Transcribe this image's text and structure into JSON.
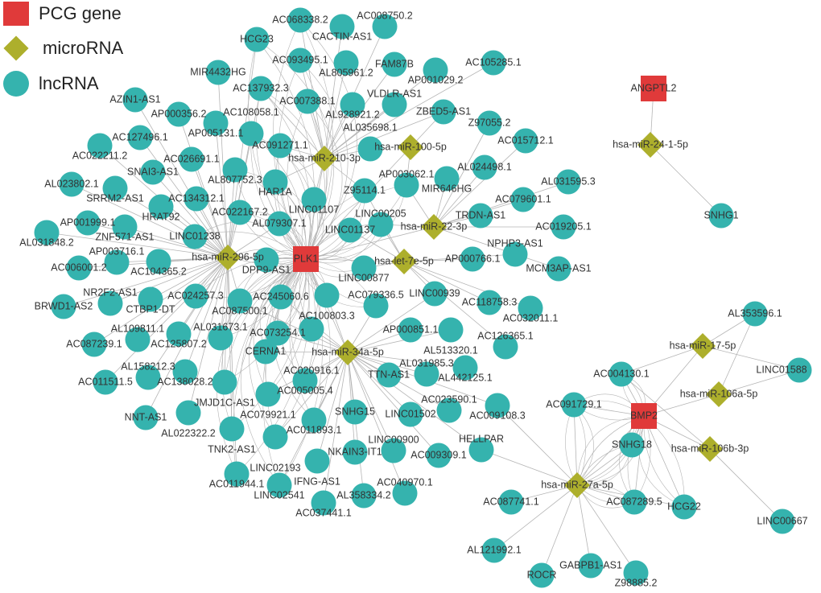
{
  "legend": {
    "pcg": "PCG gene",
    "mirna": "microRNA",
    "lncrna": "lncRNA"
  },
  "colors": {
    "pcg": "#e03a3a",
    "mirna": "#adaf2c",
    "lncrna": "#35b3ae",
    "edge": "#b5b5b5"
  },
  "pcg_genes": [
    "PLK1",
    "BMP2",
    "ANGPTL2"
  ],
  "mirnas": [
    "hsa-miR-296-5p",
    "hsa-miR-210-3p",
    "hsa-miR-100-5p",
    "hsa-miR-22-3p",
    "hsa-let-7e-5p",
    "hsa-miR-34a-5p",
    "hsa-miR-27a-5p",
    "hsa-miR-17-5p",
    "hsa-miR-106a-5p",
    "hsa-miR-106b-3p",
    "hsa-miR-24-1-5p"
  ],
  "lncrnas": [
    "AC068338.2",
    "CACTIN-AS1",
    "AC008750.2",
    "HCG23",
    "AC093495.1",
    "AL805961.2",
    "FAM87B",
    "AP001029.2",
    "AC105285.1",
    "MIR4432HG",
    "AC137932.3",
    "AC007388.1",
    "AL928921.2",
    "VLDLR-AS1",
    "ZBED5-AS1",
    "Z97055.2",
    "AZIN1-AS1",
    "AP000356.2",
    "AP005131.1",
    "AC108058.1",
    "AC127496.1",
    "AC022211.2",
    "AC091271.1",
    "AL035698.1",
    "AC015712.1",
    "AC026691.1",
    "AL807752.3",
    "SNAI3-AS1",
    "HAR1A",
    "AL023802.1",
    "SRRM2-AS1",
    "Z95114.1",
    "AP003062.1",
    "MIR646HG",
    "AL024498.1",
    "AL031595.3",
    "AC134312.1",
    "HRAT92",
    "LINC01107",
    "AC022167.2",
    "AC079601.1",
    "AL079307.1",
    "AP001999.1",
    "ZNF571-AS1",
    "AL031848.2",
    "LINC01238",
    "LINC01137",
    "LINC00205",
    "TRDN-AS1",
    "AC019205.1",
    "AC006001.2",
    "AP003716.1",
    "AC104365.2",
    "DPP9-AS1",
    "LINC00877",
    "AP000766.1",
    "NPHP3-AS1",
    "MCM3AP-AS1",
    "BRWD1-AS2",
    "NR2F2-AS1",
    "CTBP1-DT",
    "AC024257.3",
    "AC087500.1",
    "AC245060.6",
    "AC100803.3",
    "AC079336.5",
    "LINC00939",
    "AC118758.3",
    "AC032011.1",
    "AC087239.1",
    "AL109811.1",
    "AC125807.2",
    "AL031673.1",
    "AC073254.1",
    "AC020916.1",
    "CERNA1",
    "AP000851.1",
    "AL513320.1",
    "AC126365.1",
    "AC011511.5",
    "AL158212.3",
    "AC138028.2",
    "JMJD1C-AS1",
    "AC005005.4",
    "TTN-AS1",
    "AL031985.3",
    "AL442125.1",
    "AC079921.1",
    "SNHG15",
    "LINC01502",
    "AC023590.1",
    "AC009108.3",
    "NNT-AS1",
    "AL022322.2",
    "AC011893.1",
    "TNK2-AS1",
    "LINC02193",
    "NKAIN3-IT1",
    "LINC00900",
    "AC009309.1",
    "HELLPAR",
    "IFNG-AS1",
    "AC011944.1",
    "LINC02541",
    "AL358334.2",
    "AC040970.1",
    "AC037441.1",
    "AC091729.1",
    "AC087741.1",
    "AL121992.1",
    "ROCR",
    "GABPB1-AS1",
    "Z98885.2",
    "AC087289.5",
    "HCG22",
    "SNHG18",
    "AC004130.1",
    "AL353596.1",
    "LINC01588",
    "LINC00667",
    "SNHG1"
  ],
  "hub_edges": {
    "hsa-miR-296-5p": [
      "PLK1",
      "AZIN1-AS1",
      "AP000356.2",
      "AP005131.1",
      "AC127496.1",
      "AC022211.2",
      "AC026691.1",
      "SNAI3-AS1",
      "AL023802.1",
      "SRRM2-AS1",
      "AC134312.1",
      "HRAT92",
      "AP001999.1",
      "ZNF571-AS1",
      "AL031848.2",
      "LINC01238",
      "AC006001.2",
      "AP003716.1",
      "AC104365.2",
      "BRWD1-AS2",
      "NR2F2-AS1",
      "CTBP1-DT",
      "AC024257.3",
      "AC087239.1",
      "AL109811.1",
      "AC125807.2",
      "AL031673.1",
      "AC011511.5",
      "AL158212.3",
      "AC138028.2",
      "JMJD1C-AS1",
      "NNT-AS1",
      "AL022322.2",
      "MIR4432HG",
      "AC108058.1",
      "AL807752.3",
      "AC022167.2",
      "HCG23",
      "AC137932.3",
      "TNK2-AS1",
      "AC011944.1",
      "DPP9-AS1",
      "AC087500.1",
      "AL079307.1"
    ],
    "hsa-miR-210-3p": [
      "PLK1",
      "AC068338.2",
      "CACTIN-AS1",
      "AC008750.2",
      "AC093495.1",
      "AL805961.2",
      "FAM87B",
      "AP001029.2",
      "AC007388.1",
      "AL928921.2",
      "VLDLR-AS1",
      "ZBED5-AS1",
      "AC091271.1",
      "AL035698.1",
      "HAR1A",
      "LINC01107",
      "Z95114.1",
      "AC105285.1",
      "AC137932.3"
    ],
    "hsa-miR-100-5p": [
      "PLK1",
      "ZBED5-AS1",
      "AP003062.1"
    ],
    "hsa-miR-22-3p": [
      "PLK1",
      "Z97055.2",
      "AC015712.1",
      "AL024498.1",
      "MIR646HG",
      "AL031595.3",
      "AC079601.1",
      "TRDN-AS1",
      "AC019205.1",
      "MCM3AP-AS1",
      "AP003062.1",
      "LINC00205"
    ],
    "hsa-let-7e-5p": [
      "PLK1",
      "AP000766.1",
      "NPHP3-AS1",
      "AC118758.3",
      "AC032011.1",
      "LINC00939",
      "LINC00877",
      "LINC01137",
      "AC126365.1",
      "Z95114.1",
      "LINC00205"
    ],
    "hsa-miR-34a-5p": [
      "PLK1",
      "AC100803.3",
      "AC079336.5",
      "AP000851.1",
      "AL513320.1",
      "TTN-AS1",
      "AL031985.3",
      "AL442125.1",
      "SNHG15",
      "LINC01502",
      "AC023590.1",
      "AC009108.3",
      "AC011893.1",
      "NKAIN3-IT1",
      "LINC00900",
      "AC009309.1",
      "HELLPAR",
      "IFNG-AS1",
      "AL358334.2",
      "AC040970.1",
      "AC037441.1",
      "AC005005.4",
      "AC079921.1",
      "AC020916.1",
      "AC073254.1",
      "CERNA1",
      "LINC02193",
      "LINC02541",
      "AC245060.6",
      "AC087500.1",
      "LINC00939"
    ],
    "hsa-miR-27a-5p": [
      "BMP2",
      "AC009108.3",
      "HELLPAR",
      "AC091729.1",
      "AC087741.1",
      "AL121992.1",
      "ROCR",
      "GABPB1-AS1",
      "Z98885.2",
      "AC087289.5",
      "HCG22",
      "SNHG18"
    ],
    "BMP2": [
      "AC004130.1",
      "hsa-miR-17-5p",
      "hsa-miR-106a-5p",
      "hsa-miR-106b-3p",
      "AC091729.1",
      "SNHG18",
      "AC087289.5",
      "HCG22"
    ],
    "hsa-miR-17-5p": [
      "AL353596.1",
      "LINC01588",
      "AC004130.1"
    ],
    "hsa-miR-106a-5p": [
      "AL353596.1",
      "LINC01588"
    ],
    "hsa-miR-106b-3p": [
      "LINC00667",
      "AC004130.1"
    ],
    "ANGPTL2": [
      "hsa-miR-24-1-5p"
    ],
    "hsa-miR-24-1-5p": [
      "SNHG1"
    ]
  },
  "curved_edges": {
    "PLK1": [
      "HCG23",
      "AC068338.2",
      "AC137932.3",
      "AC093495.1",
      "AC007388.1",
      "AC108058.1",
      "AC091271.1",
      "HAR1A",
      "LINC01107",
      "AL079307.1",
      "AC022167.2",
      "AL807752.3",
      "DPP9-AS1",
      "LINC01137",
      "LINC00205",
      "LINC00877",
      "Z95114.1",
      "AP003062.1",
      "AC245060.6",
      "AC100803.3",
      "AC087500.1",
      "AC073254.1",
      "AC020916.1",
      "CERNA1",
      "AC079336.5",
      "AC005005.4",
      "AC079921.1",
      "AC011893.1",
      "LINC02193",
      "TNK2-AS1",
      "AC011944.1",
      "LINC02541",
      "JMJD1C-AS1",
      "AL031673.1",
      "AC024257.3",
      "LINC01238"
    ],
    "BMP2": [
      "AC091729.1",
      "SNHG18",
      "AC087289.5",
      "HCG22",
      "hsa-miR-27a-5p",
      "AC004130.1"
    ],
    "hsa-miR-27a-5p": [
      "AC091729.1",
      "SNHG18",
      "AC087289.5",
      "BMP2"
    ]
  }
}
